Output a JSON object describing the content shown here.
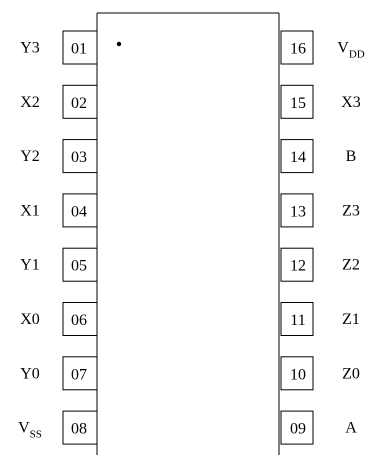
{
  "left_pins": [
    {
      "num": "01",
      "label": "Y3",
      "sub": ""
    },
    {
      "num": "02",
      "label": "X2",
      "sub": ""
    },
    {
      "num": "03",
      "label": "Y2",
      "sub": ""
    },
    {
      "num": "04",
      "label": "X1",
      "sub": ""
    },
    {
      "num": "05",
      "label": "Y1",
      "sub": ""
    },
    {
      "num": "06",
      "label": "X0",
      "sub": ""
    },
    {
      "num": "07",
      "label": "Y0",
      "sub": ""
    },
    {
      "num": "08",
      "label": "V",
      "sub": "SS"
    }
  ],
  "right_pins": [
    {
      "num": "16",
      "label": "V",
      "sub": "DD"
    },
    {
      "num": "15",
      "label": "X3",
      "sub": ""
    },
    {
      "num": "14",
      "label": "B",
      "sub": ""
    },
    {
      "num": "13",
      "label": "Z3",
      "sub": ""
    },
    {
      "num": "12",
      "label": "Z2",
      "sub": ""
    },
    {
      "num": "11",
      "label": "Z1",
      "sub": ""
    },
    {
      "num": "10",
      "label": "Z0",
      "sub": ""
    },
    {
      "num": "09",
      "label": "A",
      "sub": ""
    }
  ],
  "colors": {
    "stroke": "#000000",
    "background": "#ffffff"
  }
}
